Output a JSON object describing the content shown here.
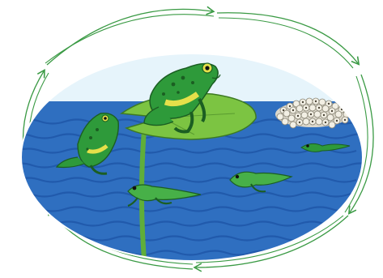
{
  "diagram": {
    "stages": [
      {
        "id": "adult-frog-on-lily-pad",
        "icon": "frog-icon"
      },
      {
        "id": "egg-mass",
        "icon": "frog-eggs-icon"
      },
      {
        "id": "tadpole",
        "icon": "tadpole-icon"
      },
      {
        "id": "tadpole-with-legs",
        "icon": "tadpole-legs-icon"
      },
      {
        "id": "froglet",
        "icon": "froglet-icon"
      },
      {
        "id": "young-frog",
        "icon": "young-frog-icon"
      }
    ],
    "cycle_direction": "clockwise",
    "colors": {
      "sky": "#e6f4fb",
      "water": "#2f6fc0",
      "water_dark": "#1f57a8",
      "lily_pad": "#7cc442",
      "frog_green": "#2e9a3a",
      "frog_belly": "#e5e04a",
      "arrow_green": "#3a9a44",
      "eggs": "#f2efe4"
    }
  }
}
